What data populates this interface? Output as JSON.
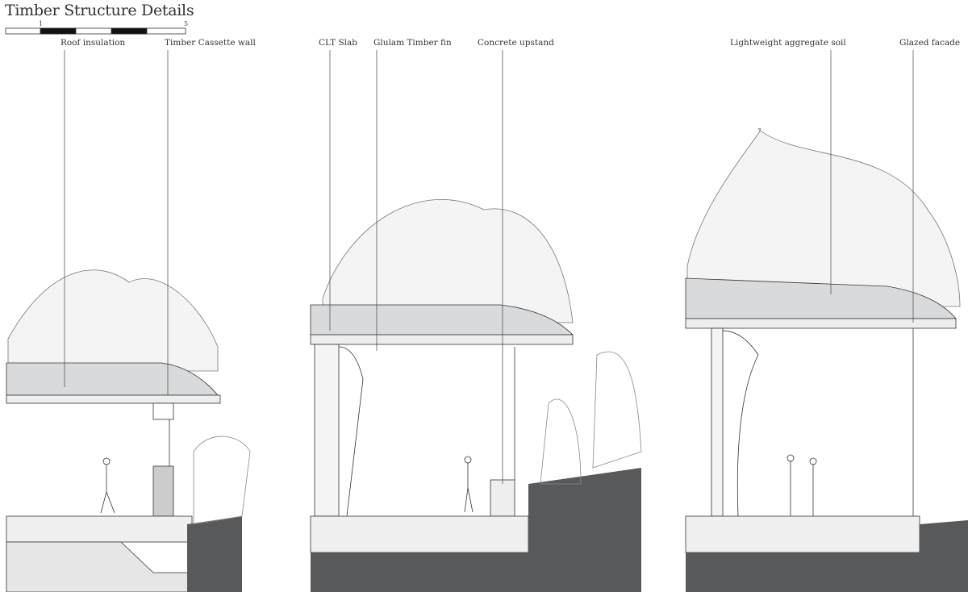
{
  "title": "Timber Structure Details",
  "scale_bar": {
    "start_label": "1",
    "end_label": "5"
  },
  "labels": {
    "roof_insulation": "Roof insulation",
    "timber_cassette_wall": "Timber Cassette wall",
    "clt_slab": "CLT Slab",
    "glulam_timber_fin": "Glulam Timber fin",
    "concrete_upstand": "Concrete upstand",
    "lightweight_soil": "Lightweight aggregate soil",
    "glazed_facade": "Glazed facade"
  },
  "colors": {
    "ground": "#58595b",
    "soil": "#d9dadb",
    "line": "#333333"
  }
}
